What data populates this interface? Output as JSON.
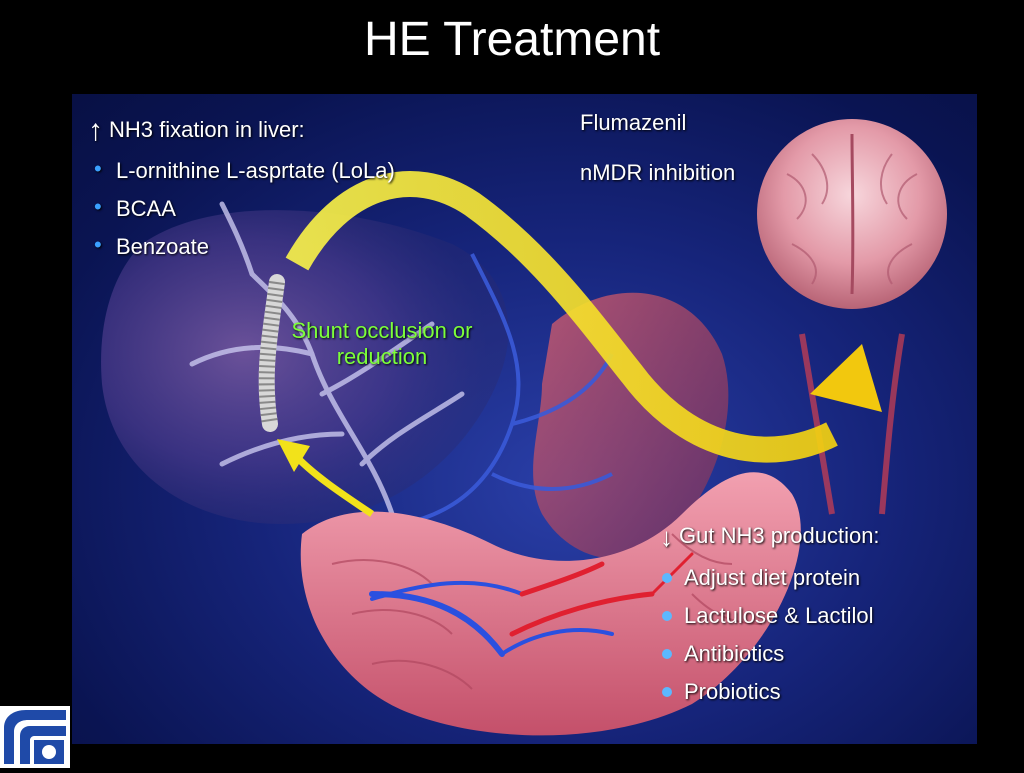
{
  "slide": {
    "title": "HE Treatment"
  },
  "liver_box": {
    "heading": "NH3 fixation in liver:",
    "heading_arrow": "↑",
    "items": [
      "L-ornithine L-asprtate (LoLa)",
      "BCAA",
      "Benzoate"
    ]
  },
  "brain_box": {
    "line1": "Flumazenil",
    "line2": "nMDR inhibition"
  },
  "shunt_label": {
    "line1": "Shunt occlusion or",
    "line2": "reduction"
  },
  "gut_box": {
    "heading_arrow": "↓",
    "heading": "Gut NH3 production:",
    "items": [
      "Adjust diet protein",
      "Lactulose & Lactilol",
      "Antibiotics",
      "Probiotics"
    ]
  },
  "colors": {
    "background": "#000000",
    "panel": "#16247a",
    "bullet_blue": "#3aa0ff",
    "green_label": "#7cff3a",
    "arrow_yellow": "#f2e21a"
  }
}
